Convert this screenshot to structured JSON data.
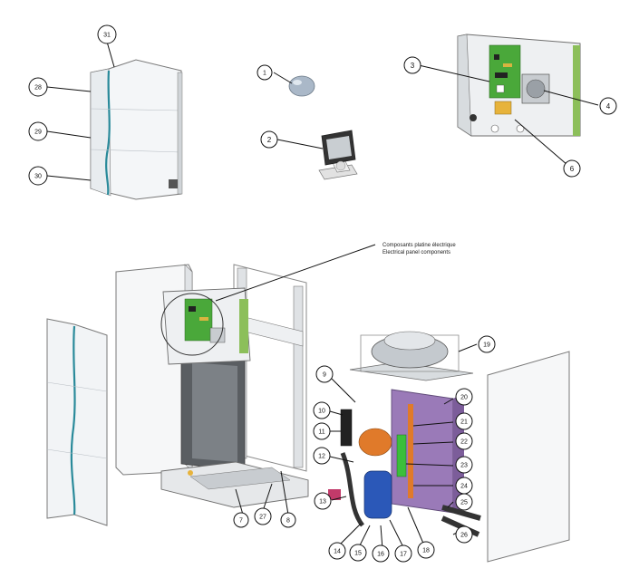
{
  "callouts": [
    {
      "label": "31"
    },
    {
      "label": "28"
    },
    {
      "label": "29"
    },
    {
      "label": "30"
    },
    {
      "label": "1"
    },
    {
      "label": "2"
    },
    {
      "label": "3"
    },
    {
      "label": "4"
    },
    {
      "label": "6"
    },
    {
      "label": "19"
    },
    {
      "label": "9"
    },
    {
      "label": "10"
    },
    {
      "label": "11"
    },
    {
      "label": "12"
    },
    {
      "label": "13"
    },
    {
      "label": "20"
    },
    {
      "label": "21"
    },
    {
      "label": "22"
    },
    {
      "label": "23"
    },
    {
      "label": "24"
    },
    {
      "label": "25"
    },
    {
      "label": "26"
    },
    {
      "label": "14"
    },
    {
      "label": "15"
    },
    {
      "label": "16"
    },
    {
      "label": "17"
    },
    {
      "label": "18"
    },
    {
      "label": "7"
    },
    {
      "label": "27"
    },
    {
      "label": "8"
    }
  ],
  "panel_note": {
    "line1": "Composants platine électrique",
    "line2": "Electrical panel components"
  },
  "colors": {
    "panel_stroke": "#6e6e6e",
    "pcb_green": "#4aa83a",
    "accent_teal": "#2a8a9a",
    "purple": "#9a7ab8",
    "orange": "#e07a2a",
    "dark": "#2a2a2a"
  }
}
